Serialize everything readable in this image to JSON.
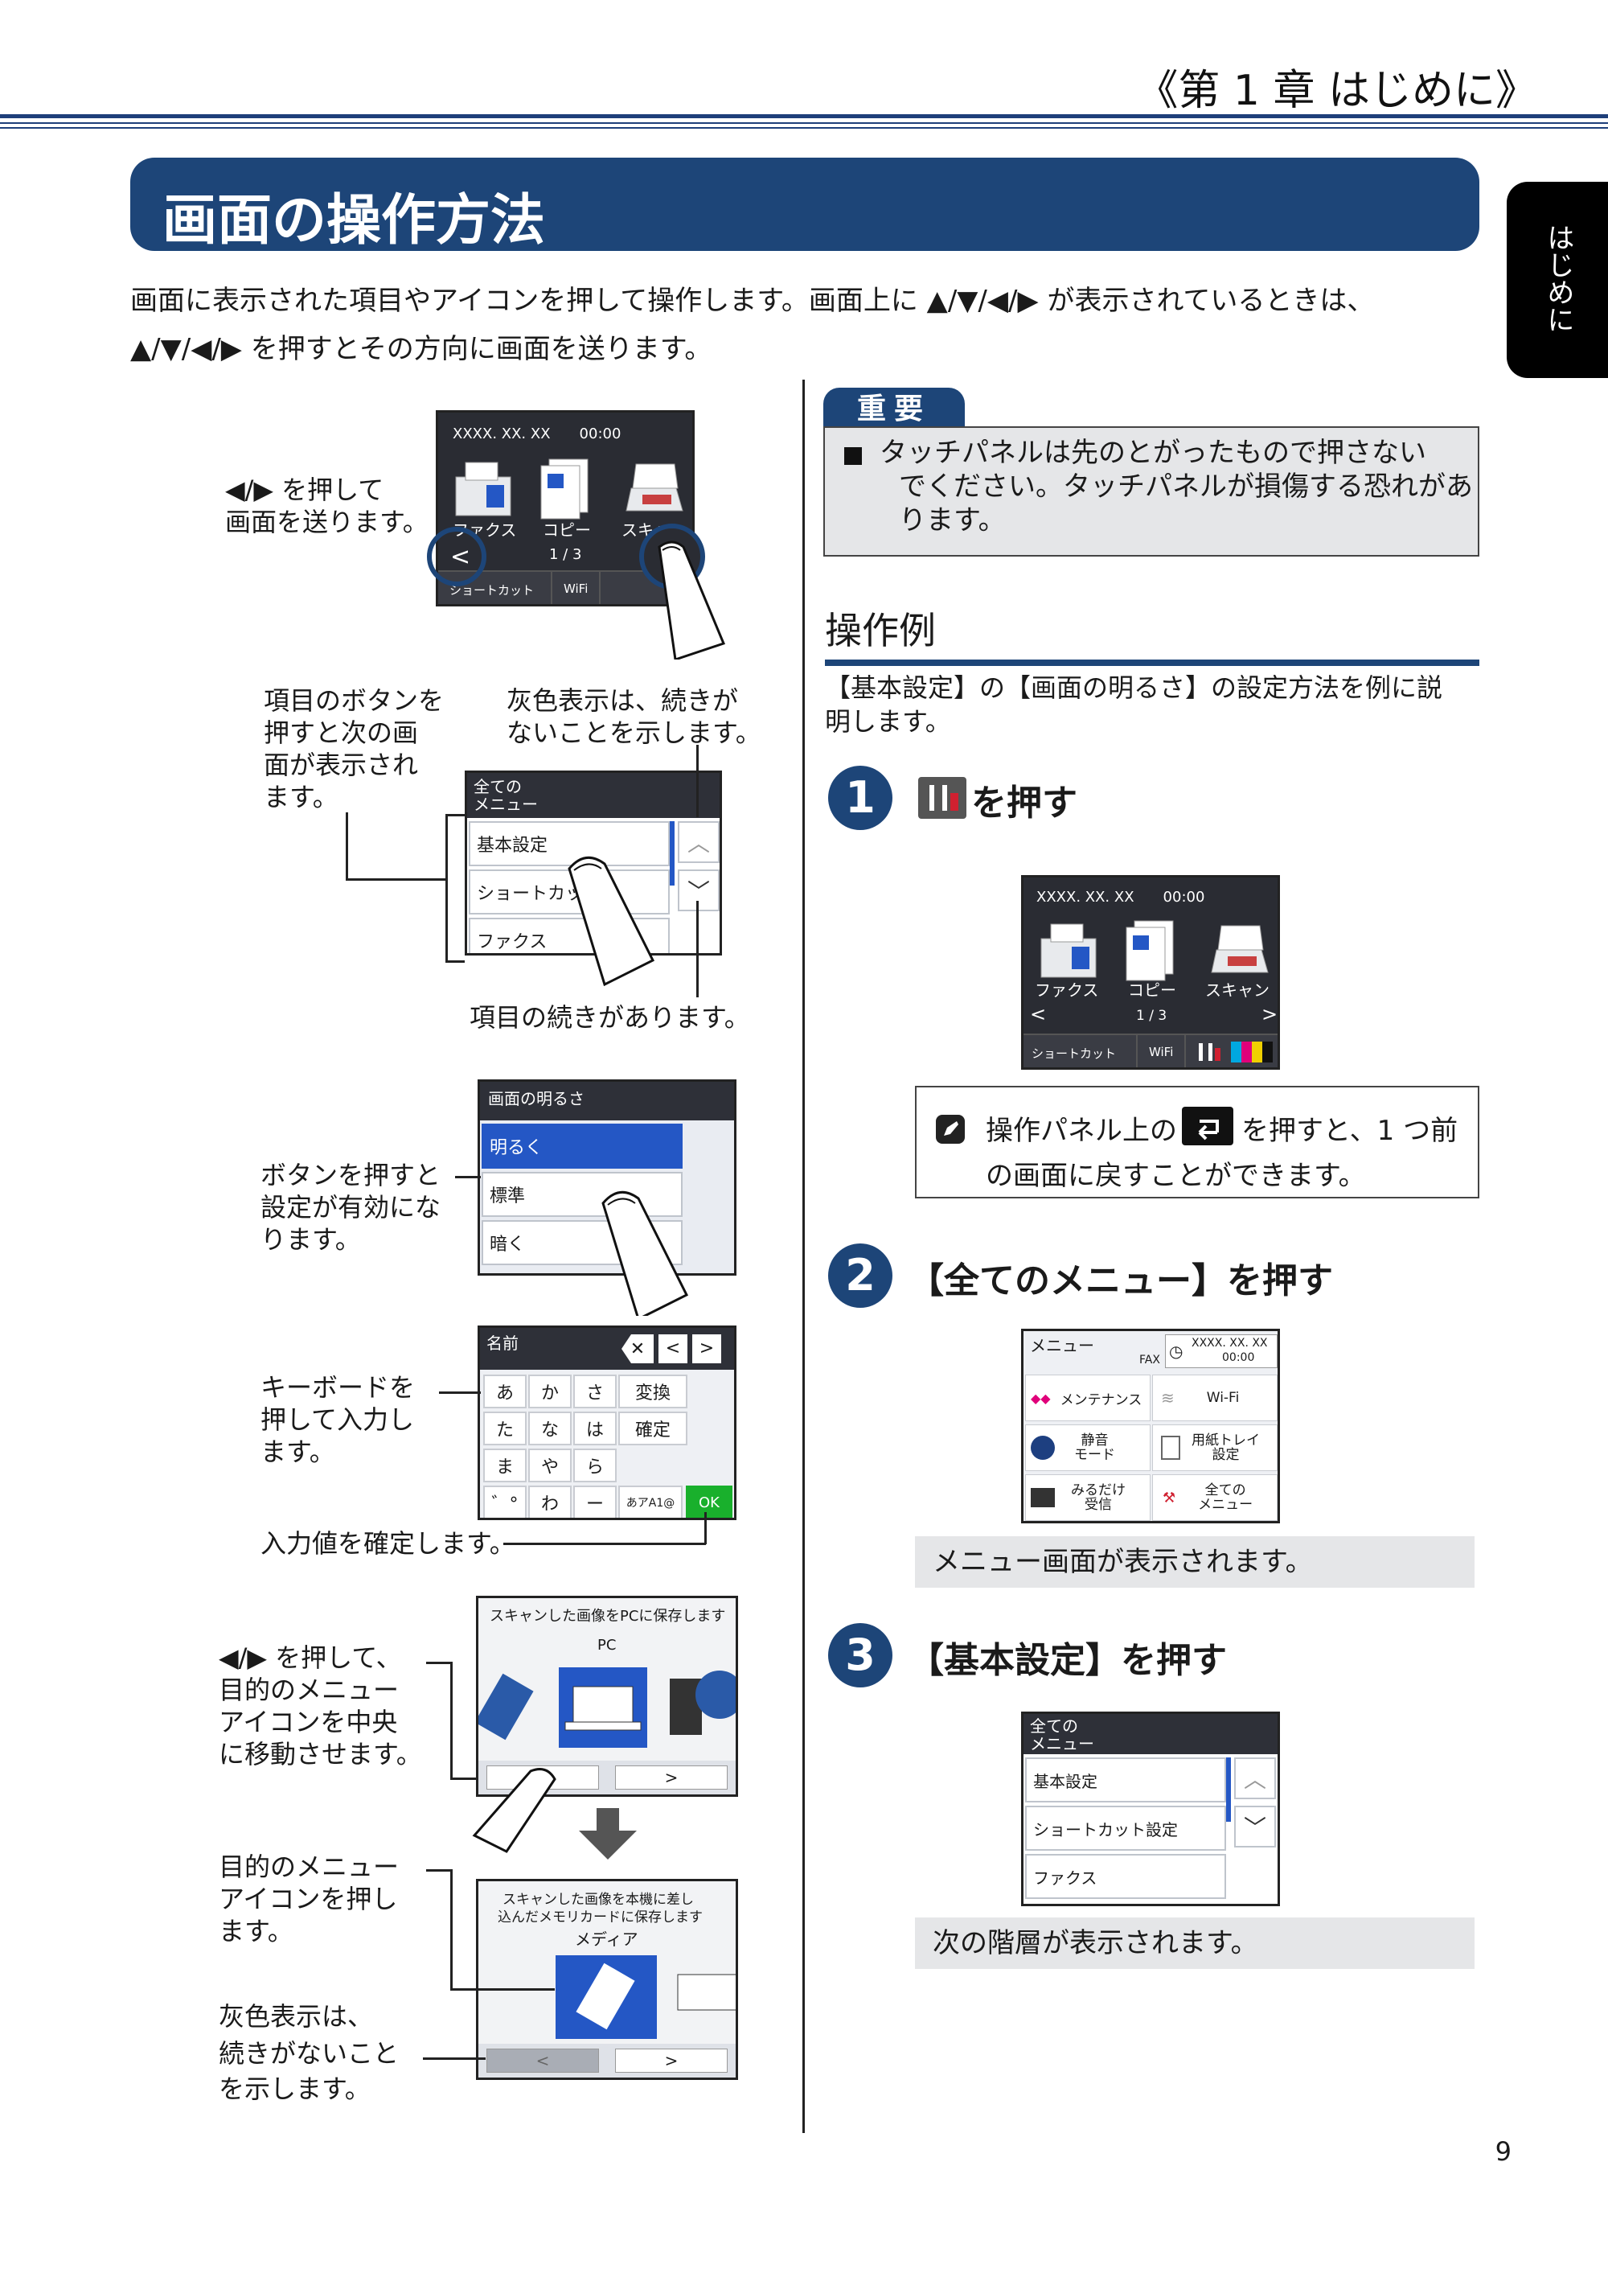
{
  "header": {
    "chapter": "《第 1 章 はじめに》",
    "title": "画面の操作方法",
    "side_tab": "はじめに"
  },
  "intro": {
    "line1": "画面に表示された項目やアイコンを押して操作します。画面上に ▲/▼/◀/▶ が表示されているときは、",
    "line2": "▲/▼/◀/▶ を押すとその方向に画面を送ります。"
  },
  "left": {
    "home_screen": {
      "status": "XXXX. XX. XX　　00:00",
      "icons": [
        "ファクス",
        "コピー",
        "スキャン"
      ],
      "page": "1 / 3",
      "bottom": [
        "ショートカット",
        "WiFi"
      ]
    },
    "cap_scroll": [
      "◀/▶ を押して",
      "画面を送ります。"
    ],
    "cap_item_button": [
      "項目のボタンを",
      "押すと次の画",
      "面が表示され",
      "ます。"
    ],
    "cap_gray": [
      "灰色表示は、続きが",
      "ないことを示します。"
    ],
    "menu_screen": {
      "header": [
        "全ての",
        "メニュー"
      ],
      "items": [
        "基本設定",
        "ショートカッ",
        "ファクス"
      ]
    },
    "cap_more_items": "項目の続きがあります。",
    "brightness_screen": {
      "header": "画面の明るさ",
      "items": [
        "明るく",
        "標準",
        "暗く"
      ]
    },
    "cap_button_setting": [
      "ボタンを押すと",
      "設定が有効にな",
      "ります。"
    ],
    "keyboard_screen": {
      "header": "名前",
      "rows": [
        [
          "あ",
          "か",
          "さ",
          "変換"
        ],
        [
          "た",
          "な",
          "は",
          "確定"
        ],
        [
          "ま",
          "や",
          "ら"
        ],
        [
          "゛°",
          "わ",
          "ー",
          "あアA1@",
          "OK"
        ]
      ]
    },
    "cap_keyboard": [
      "キーボードを",
      "押して入力し",
      "ます。"
    ],
    "cap_confirm": "入力値を確定します。",
    "scan_screen1": {
      "header": "スキャンした画像をPCに保存します",
      "label": "PC"
    },
    "cap_move": [
      "◀/▶ を押して、",
      "目的のメニュー",
      "アイコンを中央",
      "に移動させます。"
    ],
    "scan_screen2": {
      "header": [
        "スキャンした画像を本機に差し",
        "込んだメモリカードに保存します"
      ],
      "label": "メディア"
    },
    "cap_press_icon": [
      "目的のメニュー",
      "アイコンを押し",
      "ます。"
    ],
    "cap_gray2": [
      "灰色表示は、",
      "続きがないこと",
      "を示します。"
    ]
  },
  "right": {
    "important_label": "重要",
    "important_text": [
      "タッチパネルは先のとがったもので押さない",
      "でください。タッチパネルが損傷する恐れがあ",
      "ります。"
    ],
    "example_heading": "操作例",
    "example_desc": [
      "【基本設定】の【画面の明るさ】の設定方法を例に説",
      "明します。"
    ],
    "steps": [
      {
        "num": "1",
        "title": "を押す"
      },
      {
        "num": "2",
        "title": "【全てのメニュー】を押す"
      },
      {
        "num": "3",
        "title": "【基本設定】を押す"
      }
    ],
    "home_screen": {
      "status": "XXXX. XX. XX　　00:00",
      "icons": [
        "ファクス",
        "コピー",
        "スキャン"
      ],
      "page": "1 / 3",
      "bottom": [
        "ショートカット",
        "WiFi"
      ]
    },
    "note_text": [
      "操作パネル上の",
      "を押すと、1 つ前",
      "の画面に戻すことができます。"
    ],
    "menu_screen": {
      "header": "メニュー",
      "fax": "FAX",
      "date": "XXXX. XX. XX",
      "time": "00:00",
      "cells": [
        "メンテナンス",
        "Wi-Fi",
        "静音\nモード",
        "用紙トレイ\n設定",
        "みるだけ\n受信",
        "全ての\nメニュー"
      ]
    },
    "note_menu": "メニュー画面が表示されます。",
    "all_menu_screen": {
      "header": [
        "全ての",
        "メニュー"
      ],
      "items": [
        "基本設定",
        "ショートカット設定",
        "ファクス"
      ]
    },
    "note_next": "次の階層が表示されます。"
  },
  "page_number": "9"
}
